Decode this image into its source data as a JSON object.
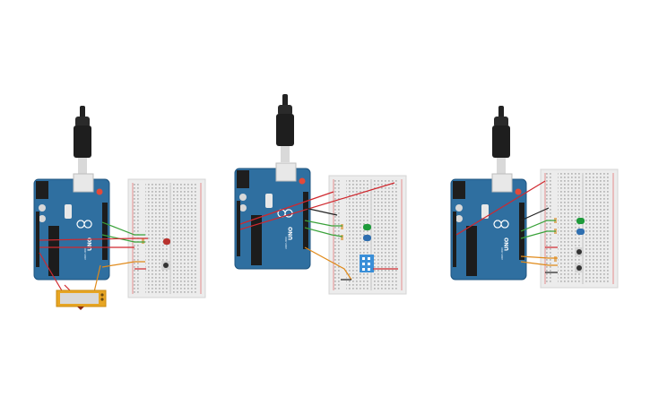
{
  "board_label": "UNO",
  "arduino_text": "ARDUINO",
  "colors": {
    "background": "#ffffff",
    "board": "#2f6fa0",
    "board_dark": "#1f5580",
    "breadboard": "#ececec",
    "wire_red": "#d0282e",
    "wire_green": "#3aa23a",
    "wire_black": "#222222",
    "wire_orange": "#e08a1a",
    "led_red": "#b8322e",
    "led_green": "#1d9a3a",
    "led_blue": "#2f6fb0",
    "dip_switch": "#3a8fd8",
    "lcd_frame": "#e7a523"
  },
  "circuits": [
    {
      "name": "circuit-1",
      "components": [
        "usb-cable",
        "arduino-uno",
        "breadboard",
        "red-led",
        "pushbutton",
        "lcd-module"
      ]
    },
    {
      "name": "circuit-2",
      "components": [
        "usb-cable",
        "arduino-uno",
        "breadboard",
        "green-led",
        "blue-led",
        "dip-switch"
      ]
    },
    {
      "name": "circuit-3",
      "components": [
        "usb-cable",
        "arduino-uno",
        "breadboard",
        "green-led",
        "blue-led",
        "pushbutton",
        "pushbutton"
      ]
    }
  ]
}
